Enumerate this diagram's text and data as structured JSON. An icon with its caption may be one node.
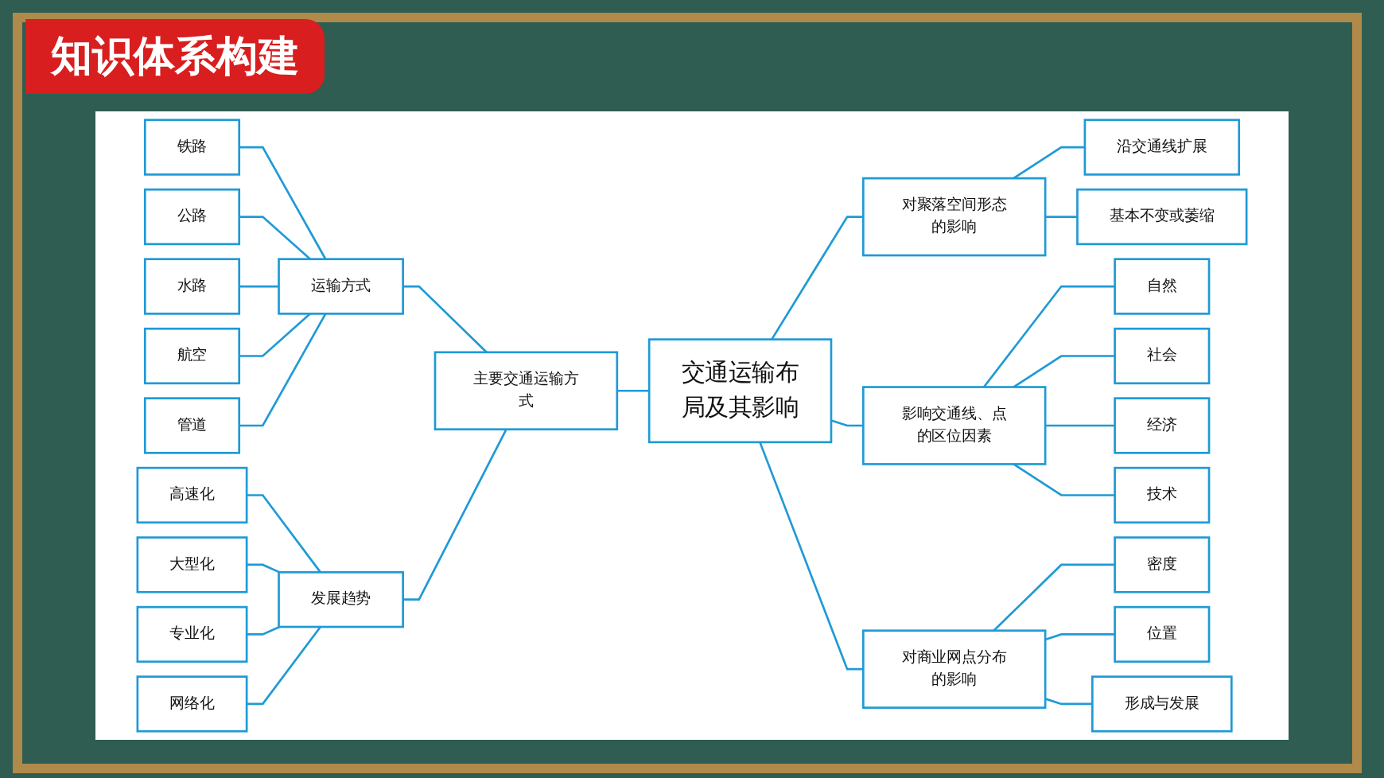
{
  "diagram": {
    "title": "知识体系构建",
    "nodes": [
      {
        "text": [
          "铁路"
        ]
      },
      {
        "text": [
          "公路"
        ]
      },
      {
        "text": [
          "水路"
        ]
      },
      {
        "text": [
          "航空"
        ]
      },
      {
        "text": [
          "管道"
        ]
      },
      {
        "text": [
          "运输方式"
        ]
      },
      {
        "text": [
          "主要交通运输方式"
        ]
      },
      {
        "text": [
          "高速化"
        ]
      },
      {
        "text": [
          "大型化"
        ]
      },
      {
        "text": [
          "专业化"
        ]
      },
      {
        "text": [
          "网络化"
        ]
      },
      {
        "text": [
          "发展趋势"
        ]
      },
      {
        "text": [
          "交通运输布局及其影响"
        ]
      },
      {
        "text": [
          "影响交通线、点的区位因素"
        ]
      },
      {
        "text": [
          "自然"
        ]
      },
      {
        "text": [
          "社会"
        ]
      },
      {
        "text": [
          "经济"
        ]
      },
      {
        "text": [
          "技术"
        ]
      },
      {
        "text": [
          "对商业网点分布的影响"
        ]
      },
      {
        "text": [
          "密度"
        ]
      },
      {
        "text": [
          "位置"
        ]
      },
      {
        "text": [
          "形成与发展"
        ]
      },
      {
        "text": [
          "沿交通线扩展"
        ]
      },
      {
        "text": [
          "基本不变或萎缩"
        ]
      },
      {
        "text": [
          "对聚落空间形态的影响"
        ]
      }
    ],
    "edges": [
      {
        "from": 0,
        "to": 5,
        "arrow": "none"
      },
      {
        "from": 1,
        "to": 5,
        "arrow": "none"
      },
      {
        "from": 2,
        "to": 5,
        "arrow": "none"
      },
      {
        "from": 3,
        "to": 5,
        "arrow": "none"
      },
      {
        "from": 4,
        "to": 5,
        "arrow": "none"
      },
      {
        "from": 5,
        "to": 6,
        "arrow": "none"
      },
      {
        "from": 7,
        "to": 11,
        "arrow": "none"
      },
      {
        "from": 8,
        "to": 11,
        "arrow": "none"
      },
      {
        "from": 9,
        "to": 11,
        "arrow": "none"
      },
      {
        "from": 10,
        "to": 11,
        "arrow": "none"
      },
      {
        "from": 11,
        "to": 6,
        "arrow": "none"
      },
      {
        "from": 6,
        "to": 12,
        "arrow": "none"
      },
      {
        "from": 12,
        "to": 24,
        "arrow": "none"
      },
      {
        "from": 24,
        "to": 22,
        "arrow": "none"
      },
      {
        "from": 24,
        "to": 23,
        "arrow": "none"
      },
      {
        "from": 12,
        "to": 13,
        "arrow": "none"
      },
      {
        "from": 13,
        "to": 14,
        "arrow": "none"
      },
      {
        "from": 13,
        "to": 15,
        "arrow": "none"
      },
      {
        "from": 13,
        "to": 16,
        "arrow": "none"
      },
      {
        "from": 13,
        "to": 17,
        "arrow": "none"
      },
      {
        "from": 12,
        "to": 18,
        "arrow": "none"
      },
      {
        "from": 18,
        "to": 19,
        "arrow": "none"
      },
      {
        "from": 18,
        "to": 20,
        "arrow": "none"
      },
      {
        "from": 18,
        "to": 21,
        "arrow": "none"
      }
    ]
  }
}
